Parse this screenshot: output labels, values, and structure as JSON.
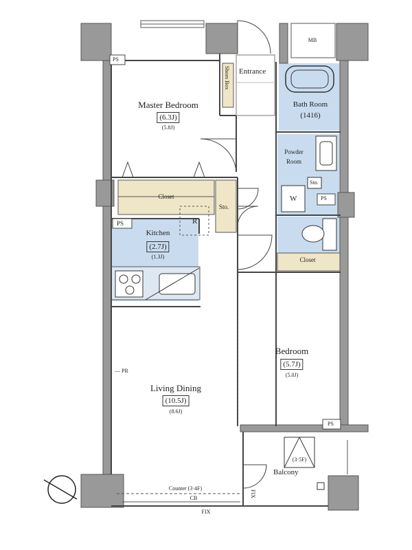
{
  "rooms": {
    "master_bedroom": {
      "name": "Master Bedroom",
      "size": "6.3J",
      "sub": "5.8J"
    },
    "entrance": {
      "name": "Entrance"
    },
    "shoes_box": {
      "name": "Shoes Box"
    },
    "bath_room": {
      "name": "Bath Room",
      "size": "1416"
    },
    "powder_room": {
      "name": "Powder Room"
    },
    "kitchen": {
      "name": "Kitchen",
      "size": "2.7J",
      "sub": "1.3J"
    },
    "bedroom": {
      "name": "Bedroom",
      "size": "5.7J",
      "sub": "5.0J"
    },
    "living_dining": {
      "name": "Living Dining",
      "size": "10.5J",
      "sub": "8.6J"
    },
    "balcony": {
      "name": "Balcony",
      "note": "3·5F"
    }
  },
  "labels": {
    "mb": "MB",
    "ps": "PS",
    "closet": "Closet",
    "storage": "Sto.",
    "fridge": "R",
    "washer": "W",
    "pr": "PR",
    "counter": "Counter (3·4F)",
    "cb": "CB",
    "fix": "FIX",
    "fi": "FIX"
  },
  "colors": {
    "wet_area": "#c9dcef",
    "closet": "#efe6c8",
    "wall": "#999999"
  },
  "icons": [
    "north-arrow-icon",
    "bathtub-icon",
    "stove-icon",
    "sink-icon",
    "toilet-icon",
    "washbasin-icon"
  ]
}
